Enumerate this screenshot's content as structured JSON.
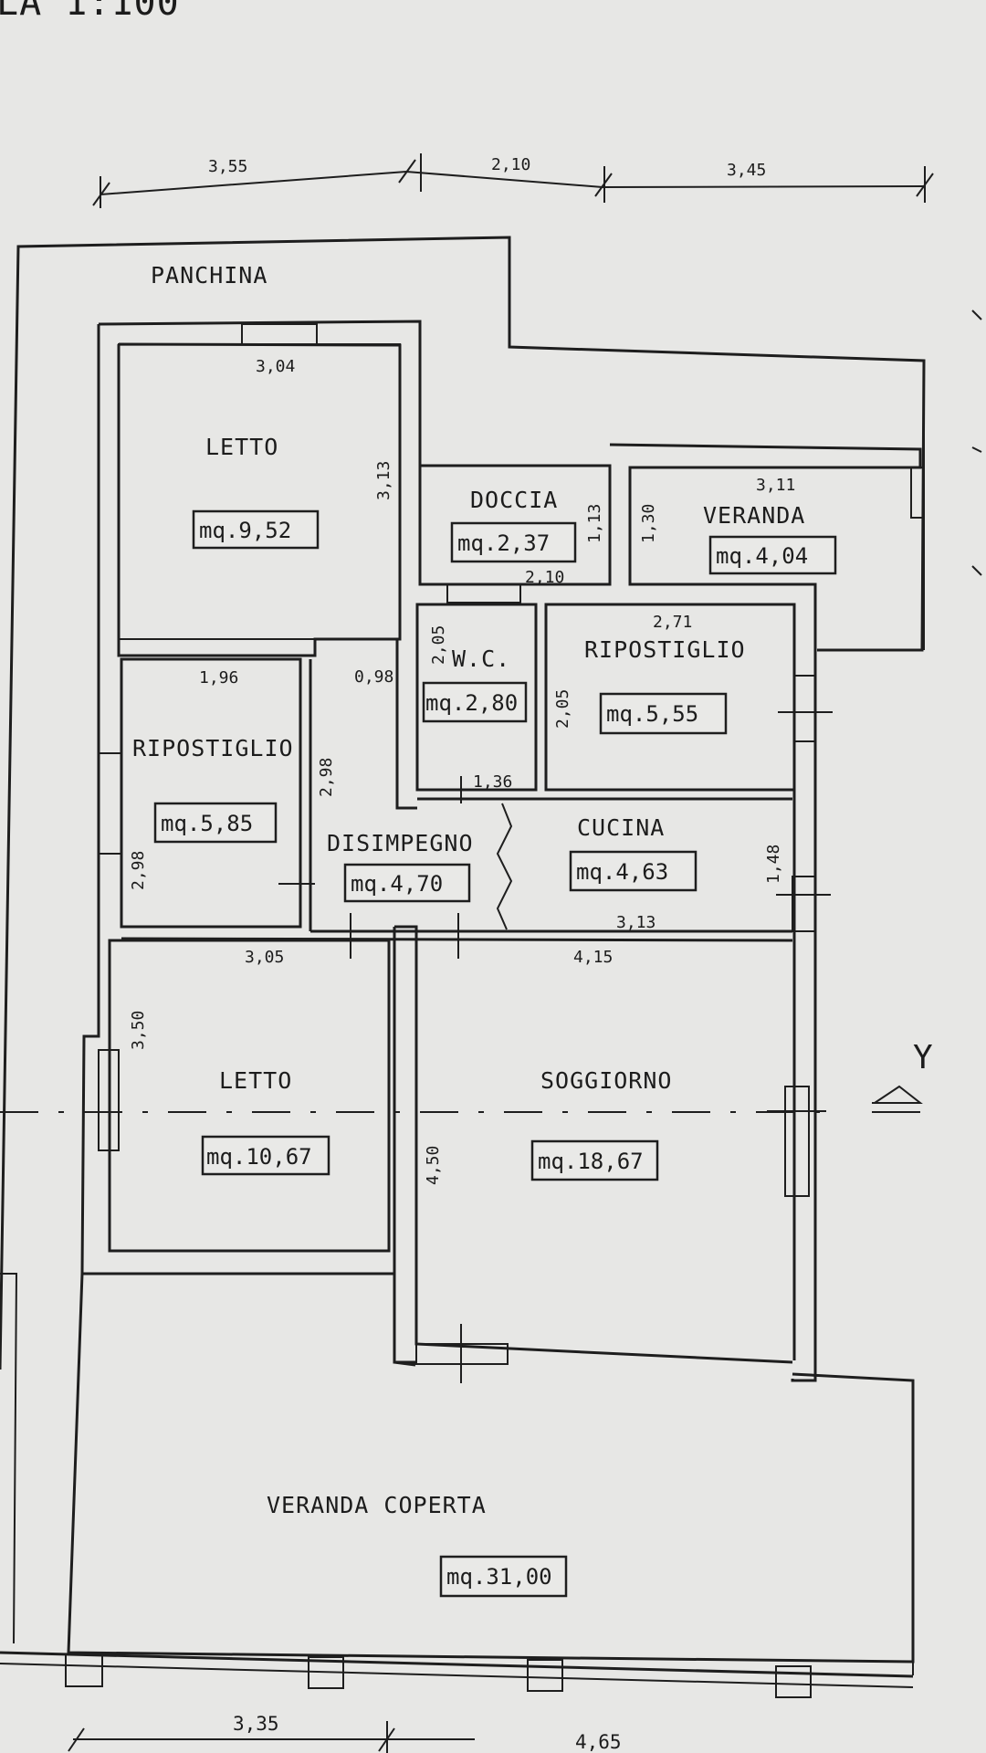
{
  "scale_label": "LA 1:100",
  "section_marker": "Y",
  "rooms": {
    "panchina": {
      "name": "PANCHINA"
    },
    "letto1": {
      "name": "LETTO",
      "area": "mq.9,52",
      "dim_w": "3,04",
      "dim_h": "3,13"
    },
    "doccia": {
      "name": "DOCCIA",
      "area": "mq.2,37",
      "dim_w": "2,10",
      "dim_h": "1,13"
    },
    "veranda": {
      "name": "VERANDA",
      "area": "mq.4,04",
      "dim_w": "3,11",
      "dim_h": "1,30"
    },
    "wc": {
      "name": "W.C.",
      "area": "mq.2,80",
      "dim_h": "2,05",
      "dim_w": "1,36"
    },
    "ripostiglio1": {
      "name": "RIPOSTIGLIO",
      "area": "mq.5,55",
      "dim_w": "2,71",
      "dim_h": "2,05"
    },
    "ripostiglio2": {
      "name": "RIPOSTIGLIO",
      "area": "mq.5,85",
      "dim_w": "1,96",
      "dim_h": "2,98"
    },
    "disimpegno": {
      "name": "DISIMPEGNO",
      "area": "mq.4,70",
      "dim_w": "0,98",
      "dim_h": "2,98"
    },
    "cucina": {
      "name": "CUCINA",
      "area": "mq.4,63",
      "dim_w": "3,13",
      "dim_h": "1,48"
    },
    "letto2": {
      "name": "LETTO",
      "area": "mq.10,67",
      "dim_w": "3,05",
      "dim_h": "3,50"
    },
    "soggiorno": {
      "name": "SOGGIORNO",
      "area": "mq.18,67",
      "dim_w": "4,15",
      "dim_h": "4,50"
    },
    "veranda_coperta": {
      "name": "VERANDA COPERTA",
      "area": "mq.31,00"
    }
  },
  "dimensions": {
    "top": [
      "3,55",
      "2,10",
      "3,45"
    ],
    "bottom": [
      "3,35",
      "4,65"
    ]
  }
}
